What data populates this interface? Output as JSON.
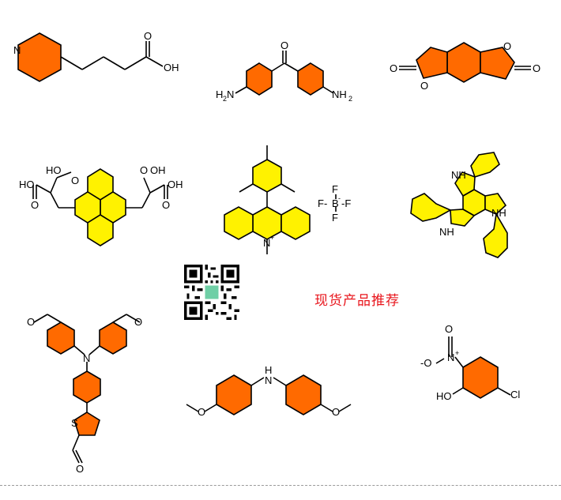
{
  "colors": {
    "orange": "#ff6a00",
    "yellow": "#fff200",
    "bond": "#000000",
    "promo_text": "#e8141b"
  },
  "promo": {
    "text": "现货产品推荐"
  },
  "labels": {
    "pyridine_n": "N",
    "carbonyl_o": "O",
    "acid_oh": "OH",
    "benzophenone_o": "O",
    "amine_left": "H",
    "amine_left_n": "N",
    "amine_sub": "2",
    "amine_right": "NH",
    "amine_right_sub": "2",
    "dione_o_left": "O",
    "dione_o_right": "O",
    "dione_ring_o1": "O",
    "dione_ring_o2": "O",
    "malonic_ho_1": "HO",
    "malonic_ho_2": "HO",
    "malonic_o_1": "O",
    "malonic_o_2": "O",
    "malonic_o_3": "O",
    "malonic_o_4": "O",
    "malonic_oh_1": "OH",
    "malonic_oh_2": "OH",
    "acridinium_n": "N",
    "acridinium_plus": "+",
    "bf4_b": "B",
    "bf4_minus": "-",
    "bf4_f_top": "F",
    "bf4_f_bottom": "F",
    "bf4_f_left": "F-",
    "bf4_f_right": "-F",
    "triazatruxene_nh_1": "NH",
    "triazatruxene_nh_2": "NH",
    "triazatruxene_nh_3": "NH",
    "tpa_n": "N",
    "tpa_o_1": "O",
    "tpa_o_2": "O",
    "thiophene_s": "S",
    "aldehyde_o": "O",
    "dpa_n": "N",
    "dpa_h": "H",
    "dpa_o_1": "O",
    "dpa_o_2": "O",
    "nitro_minus_o": "-O",
    "nitro_n": "N",
    "nitro_plus": "+",
    "nitro_o": "O",
    "phenol_ho": "HO",
    "chloro": "Cl"
  }
}
